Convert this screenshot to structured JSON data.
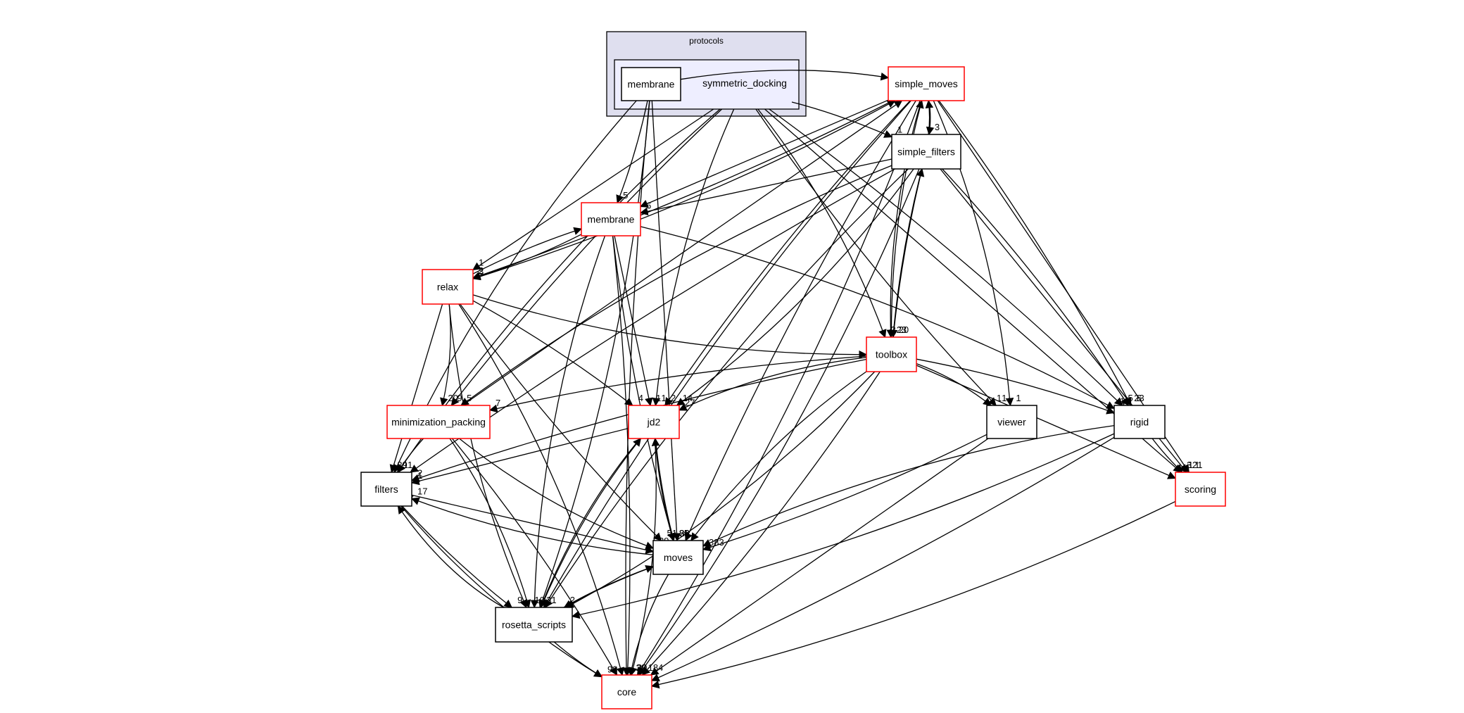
{
  "diagram": {
    "type": "directory-dependency-graph",
    "clusters": [
      {
        "id": "protocols",
        "label": "protocols",
        "fill": "#dfdfef"
      },
      {
        "id": "symmetric_docking",
        "label": "symmetric_docking",
        "fill": "#eeeeff"
      }
    ],
    "nodes": [
      {
        "id": "membrane_proto",
        "label": "membrane",
        "border": "#000000"
      },
      {
        "id": "simple_moves",
        "label": "simple_moves",
        "border": "#ff0000"
      },
      {
        "id": "simple_filters",
        "label": "simple_filters",
        "border": "#000000"
      },
      {
        "id": "membrane",
        "label": "membrane",
        "border": "#ff0000"
      },
      {
        "id": "relax",
        "label": "relax",
        "border": "#ff0000"
      },
      {
        "id": "toolbox",
        "label": "toolbox",
        "border": "#ff0000"
      },
      {
        "id": "minimization_packing",
        "label": "minimization_packing",
        "border": "#ff0000"
      },
      {
        "id": "jd2",
        "label": "jd2",
        "border": "#ff0000"
      },
      {
        "id": "viewer",
        "label": "viewer",
        "border": "#000000"
      },
      {
        "id": "rigid",
        "label": "rigid",
        "border": "#000000"
      },
      {
        "id": "filters",
        "label": "filters",
        "border": "#000000"
      },
      {
        "id": "scoring",
        "label": "scoring",
        "border": "#ff0000"
      },
      {
        "id": "moves",
        "label": "moves",
        "border": "#000000"
      },
      {
        "id": "rosetta_scripts",
        "label": "rosetta_scripts",
        "border": "#000000"
      },
      {
        "id": "core",
        "label": "core",
        "border": "#ff0000"
      }
    ],
    "edges": [
      {
        "from": "membrane_proto",
        "to": "simple_moves",
        "label": "1"
      },
      {
        "from": "membrane_proto",
        "to": "membrane",
        "label": "5"
      },
      {
        "from": "membrane_proto",
        "to": "moves",
        "label": "4"
      },
      {
        "from": "membrane_proto",
        "to": "core",
        "label": ""
      },
      {
        "from": "membrane_proto",
        "to": "filters",
        "label": ""
      },
      {
        "from": "membrane_proto",
        "to": "rosetta_scripts",
        "label": ""
      },
      {
        "from": "symmetric_docking",
        "to": "simple_filters",
        "label": "1"
      },
      {
        "from": "symmetric_docking",
        "to": "relax",
        "label": "1"
      },
      {
        "from": "symmetric_docking",
        "to": "minimization_packing",
        "label": "9"
      },
      {
        "from": "symmetric_docking",
        "to": "jd2",
        "label": "1"
      },
      {
        "from": "symmetric_docking",
        "to": "toolbox",
        "label": "2"
      },
      {
        "from": "symmetric_docking",
        "to": "rigid",
        "label": "5"
      },
      {
        "from": "symmetric_docking",
        "to": "scoring",
        "label": "3"
      },
      {
        "from": "symmetric_docking",
        "to": "viewer",
        "label": "1"
      },
      {
        "from": "symmetric_docking",
        "to": "filters",
        "label": ""
      },
      {
        "from": "simple_moves",
        "to": "simple_filters",
        "label": "3"
      },
      {
        "from": "simple_moves",
        "to": "relax",
        "label": "2"
      },
      {
        "from": "simple_moves",
        "to": "membrane",
        "label": ""
      },
      {
        "from": "simple_moves",
        "to": "jd2",
        "label": "2"
      },
      {
        "from": "simple_moves",
        "to": "toolbox",
        "label": "23"
      },
      {
        "from": "simple_moves",
        "to": "viewer",
        "label": "1"
      },
      {
        "from": "simple_moves",
        "to": "rigid",
        "label": "6"
      },
      {
        "from": "simple_moves",
        "to": "scoring",
        "label": "1"
      },
      {
        "from": "simple_moves",
        "to": "moves",
        "label": ""
      },
      {
        "from": "simple_moves",
        "to": "rosetta_scripts",
        "label": ""
      },
      {
        "from": "simple_moves",
        "to": "core",
        "label": ""
      },
      {
        "from": "simple_filters",
        "to": "simple_moves",
        "label": "20"
      },
      {
        "from": "simple_filters",
        "to": "membrane",
        "label": "6"
      },
      {
        "from": "simple_filters",
        "to": "toolbox",
        "label": "20"
      },
      {
        "from": "simple_filters",
        "to": "minimization_packing",
        "label": "5"
      },
      {
        "from": "simple_filters",
        "to": "jd2",
        "label": "14"
      },
      {
        "from": "simple_filters",
        "to": "rigid",
        "label": "23"
      },
      {
        "from": "simple_filters",
        "to": "scoring",
        "label": "21"
      },
      {
        "from": "simple_filters",
        "to": "filters",
        "label": ""
      },
      {
        "from": "simple_filters",
        "to": "rosetta_scripts",
        "label": ""
      },
      {
        "from": "simple_filters",
        "to": "core",
        "label": ""
      },
      {
        "from": "membrane",
        "to": "relax",
        "label": "3"
      },
      {
        "from": "membrane",
        "to": "jd2",
        "label": "1"
      },
      {
        "from": "membrane",
        "to": "moves",
        "label": "85"
      },
      {
        "from": "membrane",
        "to": "rosetta_scripts",
        "label": ""
      },
      {
        "from": "membrane",
        "to": "rigid",
        "label": "13"
      },
      {
        "from": "membrane",
        "to": "core",
        "label": ""
      },
      {
        "from": "relax",
        "to": "membrane",
        "label": "7"
      },
      {
        "from": "relax",
        "to": "simple_moves",
        "label": "13"
      },
      {
        "from": "relax",
        "to": "toolbox",
        "label": "3"
      },
      {
        "from": "relax",
        "to": "minimization_packing",
        "label": "20"
      },
      {
        "from": "relax",
        "to": "jd2",
        "label": "4"
      },
      {
        "from": "relax",
        "to": "filters",
        "label": "29"
      },
      {
        "from": "relax",
        "to": "moves",
        "label": "51"
      },
      {
        "from": "relax",
        "to": "rosetta_scripts",
        "label": ""
      },
      {
        "from": "relax",
        "to": "core",
        "label": ""
      },
      {
        "from": "toolbox",
        "to": "simple_moves",
        "label": "3"
      },
      {
        "from": "toolbox",
        "to": "simple_filters",
        "label": "2"
      },
      {
        "from": "toolbox",
        "to": "minimization_packing",
        "label": "7"
      },
      {
        "from": "toolbox",
        "to": "jd2",
        "label": "27"
      },
      {
        "from": "toolbox",
        "to": "viewer",
        "label": "1"
      },
      {
        "from": "toolbox",
        "to": "rigid",
        "label": "2"
      },
      {
        "from": "toolbox",
        "to": "scoring",
        "label": "1"
      },
      {
        "from": "toolbox",
        "to": "filters",
        "label": "2"
      },
      {
        "from": "toolbox",
        "to": "moves",
        "label": ""
      },
      {
        "from": "toolbox",
        "to": "rosetta_scripts",
        "label": ""
      },
      {
        "from": "toolbox",
        "to": "core",
        "label": "184"
      },
      {
        "from": "minimization_packing",
        "to": "simple_moves",
        "label": "17"
      },
      {
        "from": "minimization_packing",
        "to": "filters",
        "label": "11"
      },
      {
        "from": "minimization_packing",
        "to": "moves",
        "label": "39"
      },
      {
        "from": "minimization_packing",
        "to": "rosetta_scripts",
        "label": "10"
      },
      {
        "from": "minimization_packing",
        "to": "core",
        "label": ""
      },
      {
        "from": "jd2",
        "to": "filters",
        "label": "1"
      },
      {
        "from": "jd2",
        "to": "moves",
        "label": "26"
      },
      {
        "from": "jd2",
        "to": "rosetta_scripts",
        "label": "31"
      },
      {
        "from": "jd2",
        "to": "core",
        "label": "20"
      },
      {
        "from": "viewer",
        "to": "moves",
        "label": "383"
      },
      {
        "from": "viewer",
        "to": "core",
        "label": ""
      },
      {
        "from": "rigid",
        "to": "scoring",
        "label": "1"
      },
      {
        "from": "rigid",
        "to": "moves",
        "label": ""
      },
      {
        "from": "rigid",
        "to": "rosetta_scripts",
        "label": ""
      },
      {
        "from": "rigid",
        "to": "core",
        "label": ""
      },
      {
        "from": "filters",
        "to": "moves",
        "label": "15"
      },
      {
        "from": "filters",
        "to": "rosetta_scripts",
        "label": "9"
      },
      {
        "from": "filters",
        "to": "core",
        "label": ""
      },
      {
        "from": "scoring",
        "to": "core",
        "label": ""
      },
      {
        "from": "moves",
        "to": "filters",
        "label": "17"
      },
      {
        "from": "moves",
        "to": "jd2",
        "label": "1"
      },
      {
        "from": "moves",
        "to": "rosetta_scripts",
        "label": "2"
      },
      {
        "from": "moves",
        "to": "core",
        "label": "20"
      },
      {
        "from": "rosetta_scripts",
        "to": "filters",
        "label": "17"
      },
      {
        "from": "rosetta_scripts",
        "to": "jd2",
        "label": "5"
      },
      {
        "from": "rosetta_scripts",
        "to": "moves",
        "label": "30"
      },
      {
        "from": "rosetta_scripts",
        "to": "core",
        "label": "93"
      }
    ]
  }
}
